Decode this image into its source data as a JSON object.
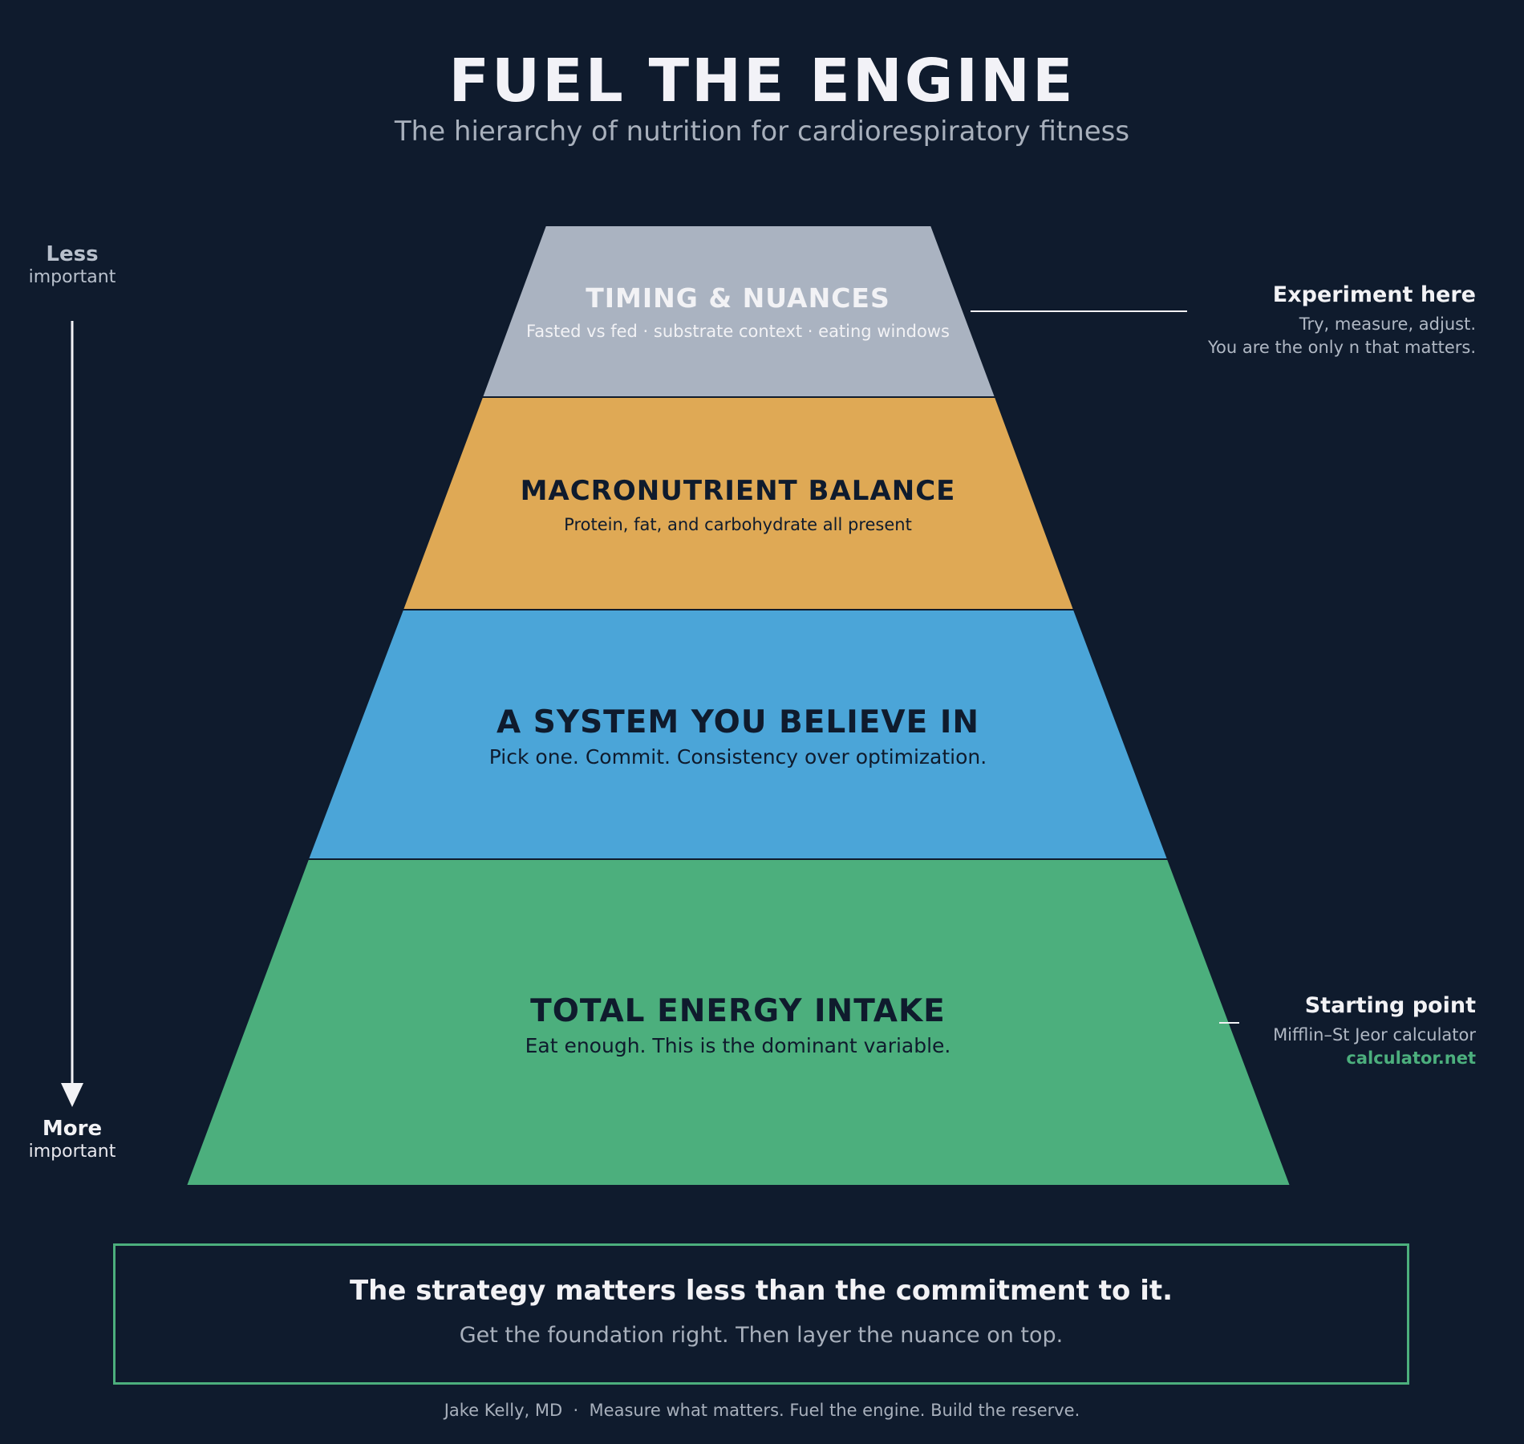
{
  "header": {
    "title": "FUEL THE ENGINE",
    "subtitle": "The hierarchy of nutrition for cardiorespiratory fitness"
  },
  "axis": {
    "top_strong": "Less",
    "top_weak": "important",
    "bottom_strong": "More",
    "bottom_weak": "important"
  },
  "pyramid": {
    "tiers": [
      {
        "name": "TIMING & NUANCES",
        "description": "Fasted vs fed · substrate context · eating windows",
        "color": "#aab3c1",
        "text_color": "#f2f2f5"
      },
      {
        "name": "MACRONUTRIENT BALANCE",
        "description": "Protein, fat, and carbohydrate all present",
        "color": "#dfa955",
        "text_color": "#0f1b2d"
      },
      {
        "name": "A SYSTEM YOU BELIEVE IN",
        "description": "Pick one. Commit. Consistency over optimization.",
        "color": "#4ba5d8",
        "text_color": "#0f1b2d"
      },
      {
        "name": "TOTAL ENERGY INTAKE",
        "description": "Eat enough. This is the dominant variable.",
        "color": "#4caf7d",
        "text_color": "#0f1b2d"
      }
    ]
  },
  "notes": {
    "top": {
      "title": "Experiment here",
      "lines": [
        "Try, measure, adjust.",
        "You are the only n that matters."
      ]
    },
    "bottom": {
      "title": "Starting point",
      "line": "Mifflin–St Jeor calculator",
      "link": "calculator.net",
      "link_color": "#4caf7d"
    }
  },
  "callout": {
    "main": "The strategy matters less than the commitment to it.",
    "sub": "Get the foundation right. Then layer the nuance on top.",
    "border_color": "#4caf7d"
  },
  "footer": {
    "text": "Jake Kelly, MD  ·  Measure what matters. Fuel the engine. Build the reserve."
  },
  "colors": {
    "background": "#0f1b2d",
    "primary_text": "#f2f2f5",
    "muted_text": "#a8b0bc"
  }
}
